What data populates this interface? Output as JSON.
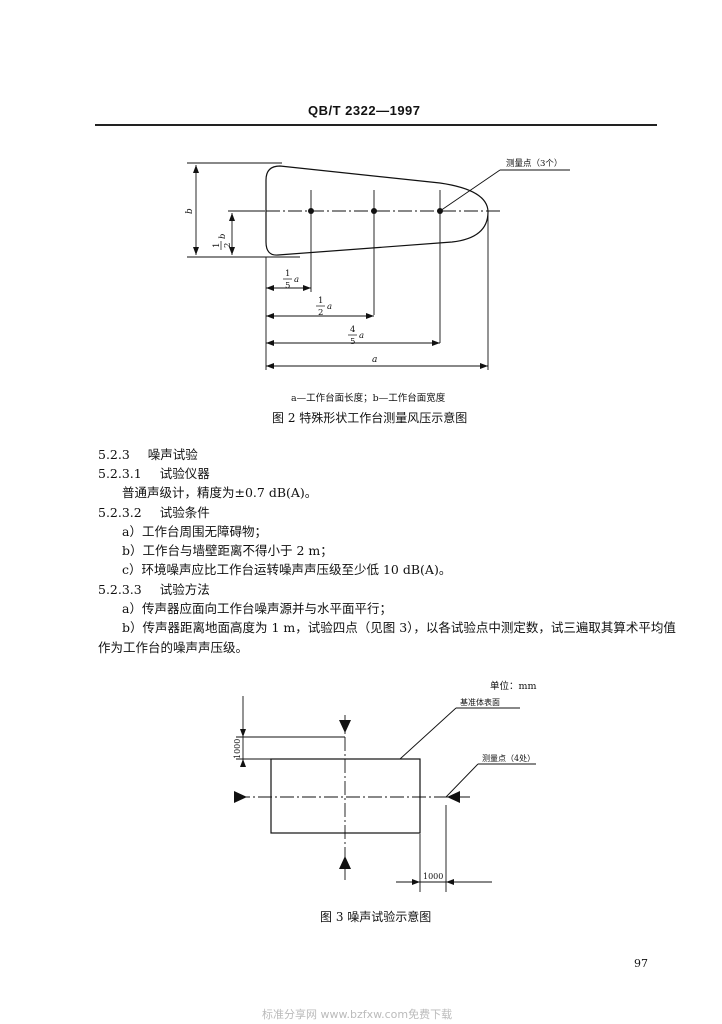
{
  "header": {
    "code": "QB/T 2322—1997"
  },
  "figure2": {
    "callout": "测量点（3个）",
    "dim_b": "b",
    "dim_half_b_num": "1",
    "dim_half_b_den": "2",
    "dim_half_b_var": "b",
    "dim_fifth_num": "1",
    "dim_fifth_den": "5",
    "dim_fifth_var": "a",
    "dim_half_num": "1",
    "dim_half_den": "2",
    "dim_half_var": "a",
    "dim_45_num": "4",
    "dim_45_den": "5",
    "dim_45_var": "a",
    "dim_a": "a",
    "legend": "a—工作台面长度；b—工作台面宽度",
    "caption": "图 2   特殊形状工作台测量风压示意图"
  },
  "section": {
    "s523": {
      "num": "5.2.3",
      "title": "噪声试验"
    },
    "s5231": {
      "num": "5.2.3.1",
      "title": "试验仪器"
    },
    "s5231_body": "普通声级计，精度为±0.7 dB(A)。",
    "s5232": {
      "num": "5.2.3.2",
      "title": "试验条件"
    },
    "s5232_items": [
      "a）工作台周围无障碍物；",
      "b）工作台与墙壁距离不得小于 2 m；",
      "c）环境噪声应比工作台运转噪声声压级至少低 10 dB(A)。"
    ],
    "s5233": {
      "num": "5.2.3.3",
      "title": "试验方法"
    },
    "s5233_items": [
      "a）传声器应面向工作台噪声源并与水平面平行；",
      "b）传声器距离地面高度为 1 m，试验四点（见图 3），以各试验点中测定数，试三遍取其算术平均值",
      "作为工作台的噪声声压级。"
    ]
  },
  "figure3": {
    "unit": "单位：mm",
    "surface_label": "基准体表面",
    "points_label": "测量点（4处）",
    "dim_v": "1000",
    "dim_h": "1000",
    "caption": "图 3   噪声试验示意图"
  },
  "page_number": "97",
  "footer": "标准分享网 www.bzfxw.com免费下载"
}
